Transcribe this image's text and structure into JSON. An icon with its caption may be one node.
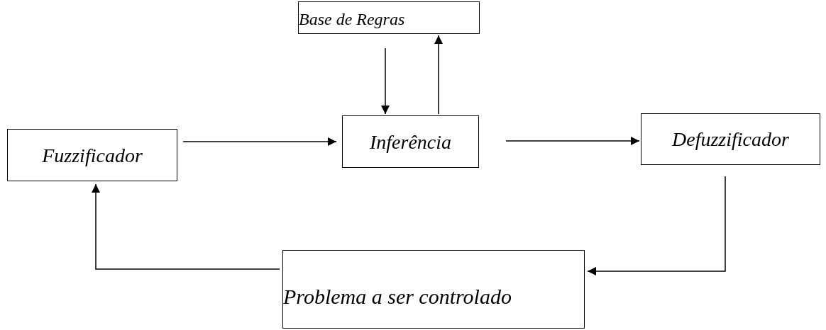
{
  "diagram": {
    "nodes": [
      {
        "text": [
          "Base de Regras"
        ]
      },
      {
        "text": [
          "Fuzzificador"
        ]
      },
      {
        "text": [
          "Inferência"
        ]
      },
      {
        "text": [
          "Defuzzificador"
        ]
      },
      {
        "text": [
          "Problema a ser controlado"
        ]
      }
    ],
    "edges": [
      {
        "from": 0,
        "to": 2,
        "arrow": "to"
      },
      {
        "from": 2,
        "to": 0,
        "arrow": "to"
      },
      {
        "from": 1,
        "to": 2,
        "arrow": "to"
      },
      {
        "from": 2,
        "to": 3,
        "arrow": "to"
      },
      {
        "from": 3,
        "to": 4,
        "arrow": "to"
      },
      {
        "from": 4,
        "to": 1,
        "arrow": "to"
      }
    ]
  }
}
